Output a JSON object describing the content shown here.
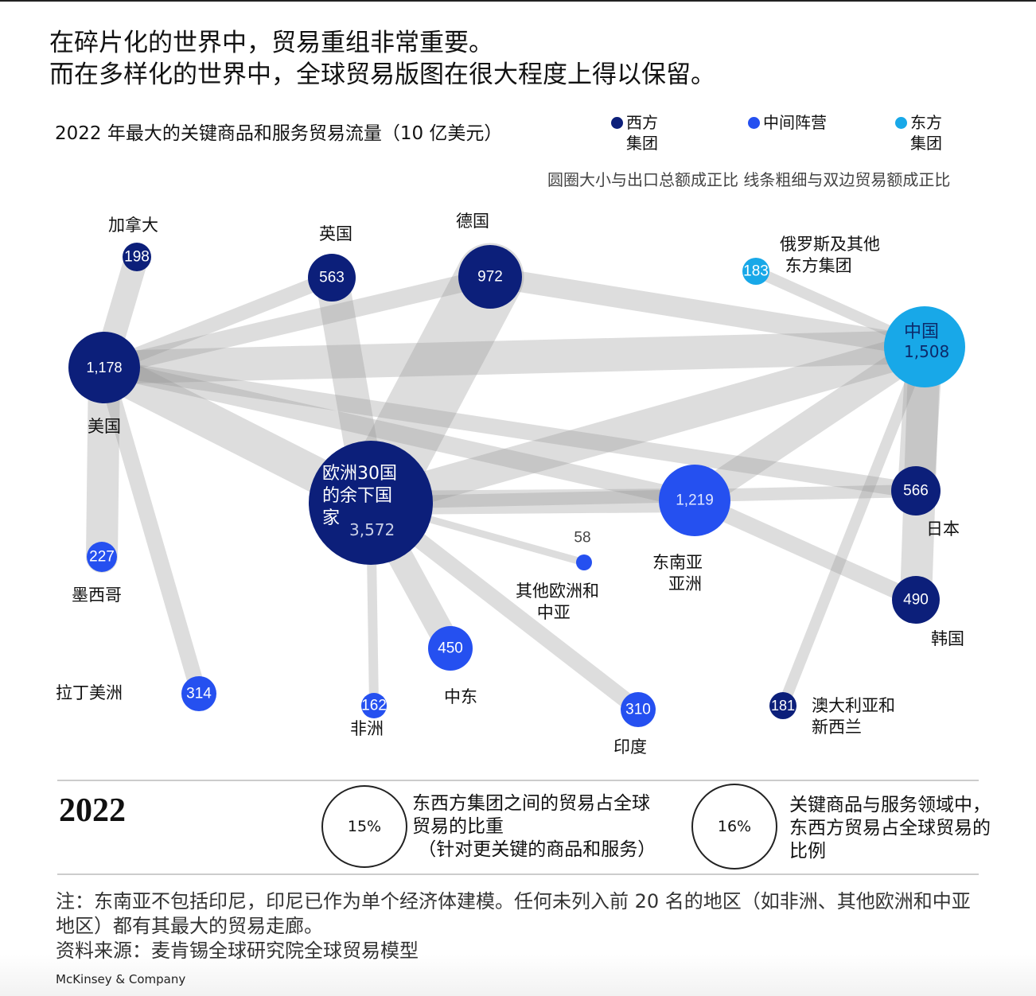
{
  "headline": [
    "在碎片化的世界中，贸易重组非常重要。",
    "而在多样化的世界中，全球贸易版图在很大程度上得以保留。"
  ],
  "subtitle": "2022 年最大的关键商品和服务贸易流量（10 亿美元）",
  "legend": {
    "items": [
      {
        "label": "西方\n集团",
        "color": "#0c1f7a"
      },
      {
        "label": "中间阵营",
        "color": "#2550f0"
      },
      {
        "label": "东方\n集团",
        "color": "#18a8e8"
      }
    ],
    "note": "圆圈大小与出口总额成正比 线条粗细与双边贸易额成正比"
  },
  "nodes": [
    {
      "id": "canada",
      "name": "加拿大",
      "value": "198",
      "group": "west"
    },
    {
      "id": "uk",
      "name": "英国",
      "value": "563",
      "group": "west"
    },
    {
      "id": "germany",
      "name": "德国",
      "value": "972",
      "group": "west"
    },
    {
      "id": "russia",
      "name": "俄罗斯及其他\n 东方集团",
      "value": "183",
      "group": "east"
    },
    {
      "id": "china",
      "name": "中国",
      "value": "1,508",
      "group": "east"
    },
    {
      "id": "usa",
      "name": "美国",
      "value": "1,178",
      "group": "west"
    },
    {
      "id": "europe",
      "name": "欧洲30国\n的余下国\n家",
      "value": "3,572",
      "group": "west"
    },
    {
      "id": "seasia",
      "name": "东南亚\n   亚洲",
      "value": "1,219",
      "group": "middle"
    },
    {
      "id": "japan",
      "name": "日本",
      "value": "566",
      "group": "west"
    },
    {
      "id": "korea",
      "name": "韩国",
      "value": "490",
      "group": "west"
    },
    {
      "id": "mexico",
      "name": "墨西哥",
      "value": "227",
      "group": "middle"
    },
    {
      "id": "othereurope",
      "name": "其他欧洲和\n    中亚",
      "value": "58",
      "group": "middle"
    },
    {
      "id": "mideast",
      "name": "中东",
      "value": "450",
      "group": "middle"
    },
    {
      "id": "latam",
      "name": "拉丁美洲",
      "value": "314",
      "group": "middle"
    },
    {
      "id": "africa",
      "name": "非洲",
      "value": "162",
      "group": "middle"
    },
    {
      "id": "india",
      "name": "印度",
      "value": "310",
      "group": "middle"
    },
    {
      "id": "anz",
      "name": "澳大利亚和\n新西兰",
      "value": "181",
      "group": "west"
    }
  ],
  "edges": [
    [
      "europe",
      "germany"
    ],
    [
      "usa",
      "china"
    ],
    [
      "usa",
      "europe"
    ],
    [
      "europe",
      "china"
    ],
    [
      "china",
      "japan"
    ],
    [
      "china",
      "korea"
    ],
    [
      "usa",
      "mexico"
    ],
    [
      "usa",
      "canada"
    ],
    [
      "europe",
      "uk"
    ],
    [
      "china",
      "seasia"
    ],
    [
      "germany",
      "china"
    ],
    [
      "europe",
      "seasia"
    ],
    [
      "usa",
      "latam"
    ],
    [
      "usa",
      "uk"
    ],
    [
      "usa",
      "germany"
    ],
    [
      "usa",
      "japan"
    ],
    [
      "usa",
      "seasia"
    ],
    [
      "europe",
      "mideast"
    ],
    [
      "europe",
      "india"
    ],
    [
      "seasia",
      "korea"
    ],
    [
      "europe",
      "africa"
    ],
    [
      "china",
      "russia"
    ],
    [
      "china",
      "anz"
    ],
    [
      "europe",
      "othereurope"
    ],
    [
      "europe",
      "japan"
    ]
  ],
  "summary": {
    "year": "2022",
    "stats": [
      {
        "value": "15%",
        "text": "东西方集团之间的贸易占全球\n贸易的比重\n （针对更关键的商品和服务）"
      },
      {
        "value": "16%",
        "text": "关键商品与服务领域中，\n东西方贸易占全球贸易的\n比例"
      }
    ]
  },
  "notes": [
    "注：东南亚不包括印尼，印尼已作为单个经济体建模。任何未列入前 20 名的地区（如非洲、其他欧洲和中亚地区）都有其最大的贸易走廊。",
    "资料来源：麦肯锡全球研究院全球贸易模型"
  ],
  "brand": "McKinsey & Company"
}
